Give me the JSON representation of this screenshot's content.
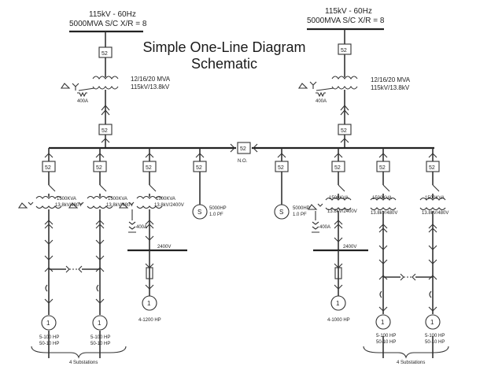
{
  "title": {
    "line1": "Simple One-Line Diagram",
    "line2": "Schematic"
  },
  "sources": {
    "left": {
      "line1": "115kV - 60Hz",
      "line2": "5000MVA S/C  X/R = 8"
    },
    "right": {
      "line1": "115kV - 60Hz",
      "line2": "5000MVA S/C  X/R = 8"
    }
  },
  "breaker_label": "52",
  "main_transformers": {
    "left": {
      "rating": "12/16/20 MVA",
      "voltage": "115kV/13.8kV",
      "ground": "400A"
    },
    "right": {
      "rating": "12/16/20 MVA",
      "voltage": "115kV/13.8kV",
      "ground": "400A"
    }
  },
  "tie": {
    "label": "52",
    "status": "N.O."
  },
  "feeders": {
    "f1": {
      "kva": "1500KVA",
      "voltage": "13.8kV/480V"
    },
    "f2": {
      "kva": "1500KVA",
      "voltage": "13.8kV/480V"
    },
    "f3": {
      "kva": "1500KVA",
      "voltage": "13.8kV/2400V",
      "ground": "400A",
      "bus": "2400V",
      "motor": "4-1200 HP"
    },
    "f4": {
      "motor_symbol": "S",
      "hp": "5000HP",
      "pf": "1.0 PF"
    },
    "f5": {
      "motor_symbol": "S",
      "hp": "5000HP",
      "pf": "1.0 PF"
    },
    "f6": {
      "kva": "1500KVA",
      "voltage": "13.8kV/2400V",
      "ground": "400A",
      "bus": "2400V",
      "motor": "4-1000 HP"
    },
    "f7": {
      "kva": "1500KVA",
      "voltage": "13.8kV/480V"
    },
    "f8": {
      "kva": "1500KVA",
      "voltage": "13.8kV/480V"
    }
  },
  "motor_symbol": "1",
  "loads": {
    "f1": {
      "line1": "5-100 HP",
      "line2": "50-10 HP"
    },
    "f2": {
      "line1": "5-100 HP",
      "line2": "50-10 HP"
    },
    "f7": {
      "line1": "5-100 HP",
      "line2": "50-10 HP"
    },
    "f8": {
      "line1": "5-100 HP",
      "line2": "50-10 HP"
    }
  },
  "substations": {
    "left": "4 Substations",
    "right": "4 Substations"
  },
  "colors": {
    "line": "#333333",
    "text": "#222222",
    "background": "#ffffff"
  }
}
